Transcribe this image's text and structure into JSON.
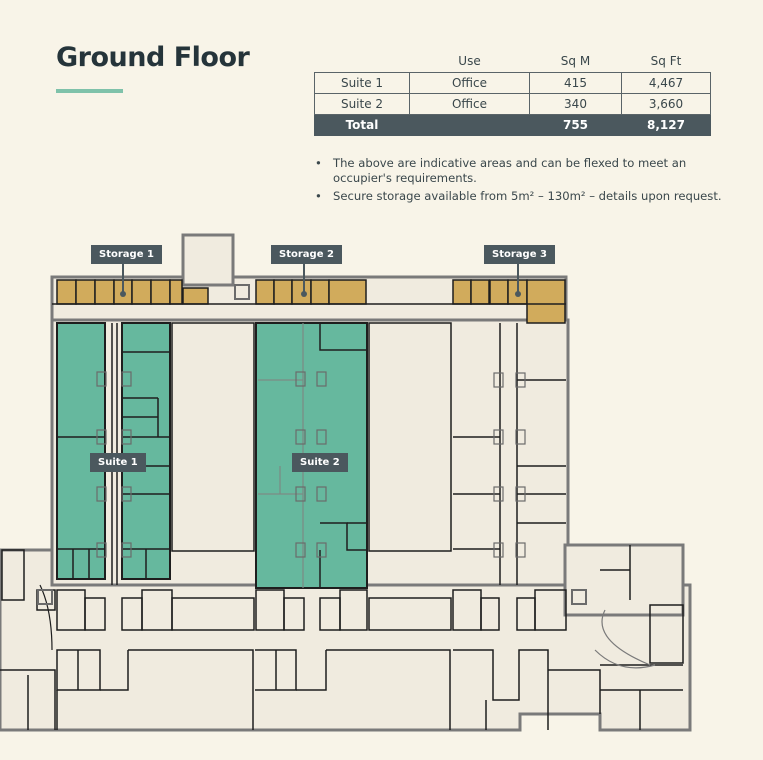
{
  "header": {
    "title": "Ground Floor"
  },
  "area_table": {
    "columns": [
      "",
      "Use",
      "Sq M",
      "Sq Ft"
    ],
    "rows": [
      {
        "suite": "Suite 1",
        "use": "Office",
        "sqm": "415",
        "sqft": "4,467"
      },
      {
        "suite": "Suite 2",
        "use": "Office",
        "sqm": "340",
        "sqft": "3,660"
      }
    ],
    "total": {
      "label": "Total",
      "use": "",
      "sqm": "755",
      "sqft": "8,127"
    }
  },
  "notes": [
    "The above are indicative areas and can be flexed to meet an occupier's requirements.",
    "Secure storage available from 5m² – 130m² – details upon request."
  ],
  "floor_plan": {
    "labels": {
      "storage_1": "Storage 1",
      "storage_2": "Storage 2",
      "storage_3": "Storage 3",
      "suite_1": "Suite 1",
      "suite_2": "Suite 2"
    },
    "colors": {
      "suite": "#66b89e",
      "storage": "#d1ab5c",
      "floor": "#f0ebdf",
      "wall": "#1e1e1e",
      "outer_wall": "#7a7a7a",
      "tag": "#4b585e",
      "background": "#f8f4e8"
    }
  }
}
